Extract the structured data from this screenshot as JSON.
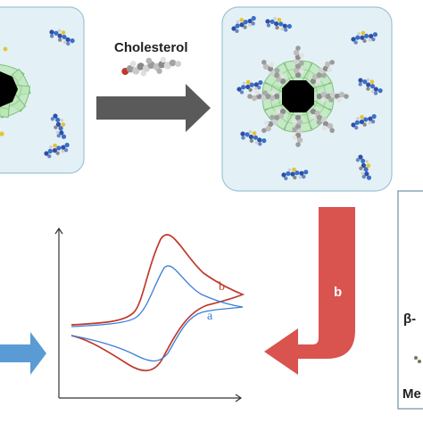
{
  "labels": {
    "reagent": "Cholesterol",
    "right_arrow": "b",
    "side_text_1": "β-",
    "side_text_2": "Me"
  },
  "voltammogram": {
    "curves": [
      {
        "label": "b",
        "color": "#c0392b"
      },
      {
        "label": "a",
        "color": "#3b7dd8"
      }
    ]
  },
  "colors": {
    "panel_fill": "#e3f1f6",
    "panel_border": "#9ec4d2",
    "cyclodextrin": "#b9e6b4",
    "core": "#000000",
    "dark_arrow": "#5a5a5a",
    "red_arrow": "#d9534f",
    "blue_arrow": "#5b9bd5"
  },
  "icons": [
    "cholesterol-molecule-icon",
    "methylene-blue-molecule-icon",
    "cholesterol-guest-icon"
  ]
}
